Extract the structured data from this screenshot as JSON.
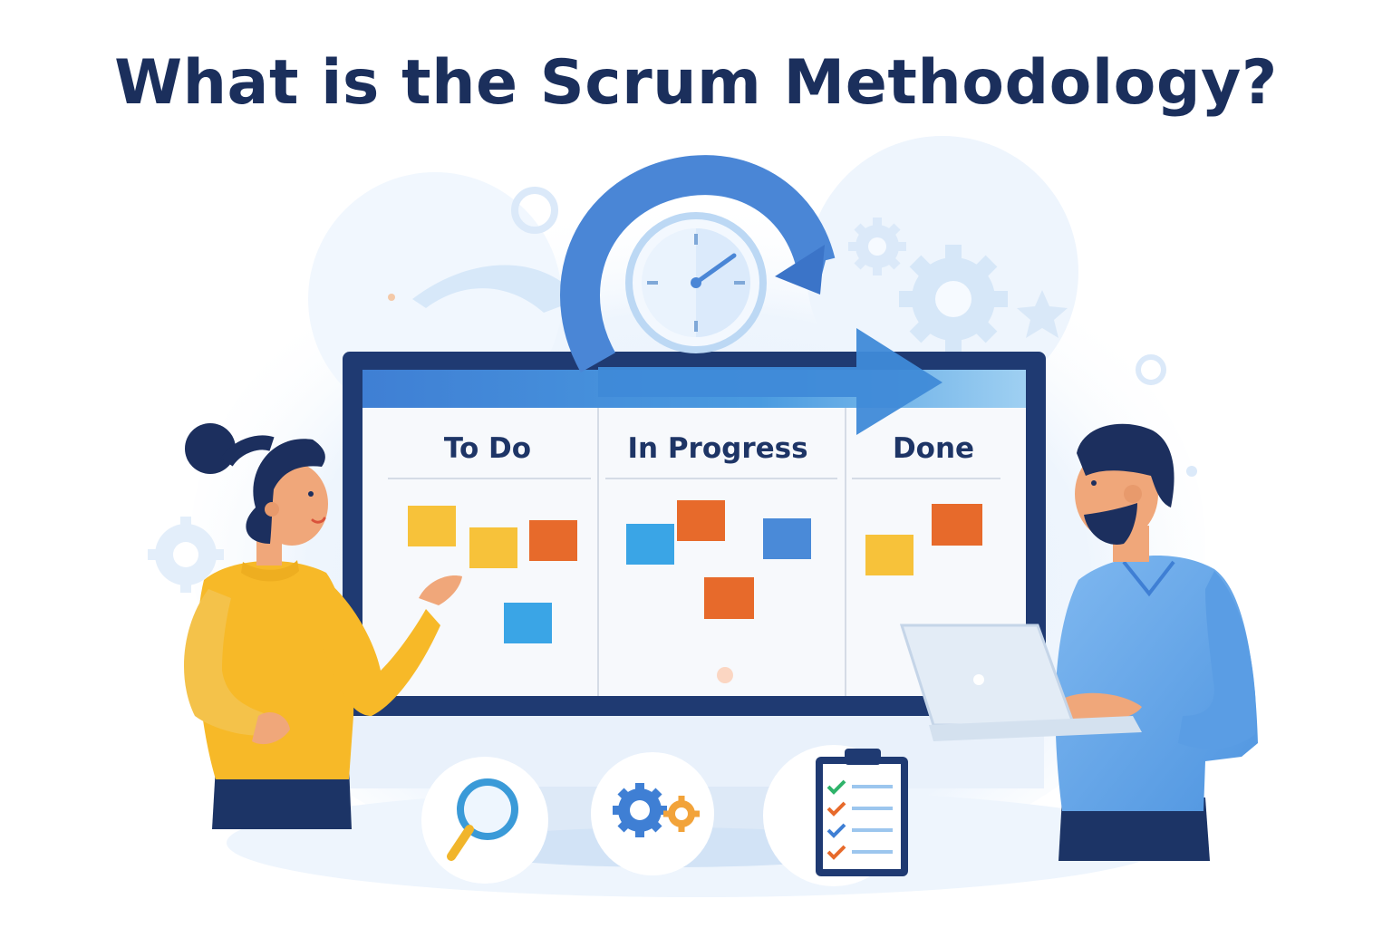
{
  "title": "What is the Scrum Methodology?",
  "board": {
    "columns": [
      {
        "label": "To Do"
      },
      {
        "label": "In Progress"
      },
      {
        "label": "Done"
      }
    ]
  },
  "colors": {
    "navy": "#1b2f5c",
    "blue": "#3f7fd4",
    "light_blue": "#a9ccf2",
    "yellow": "#f7c23a",
    "orange": "#e76a2b",
    "sky": "#3aa5e6",
    "skin": "#f0a77a"
  },
  "icons": [
    "search-icon",
    "gears-icon",
    "checklist-icon",
    "timer-icon",
    "cycle-arrow-icon"
  ]
}
